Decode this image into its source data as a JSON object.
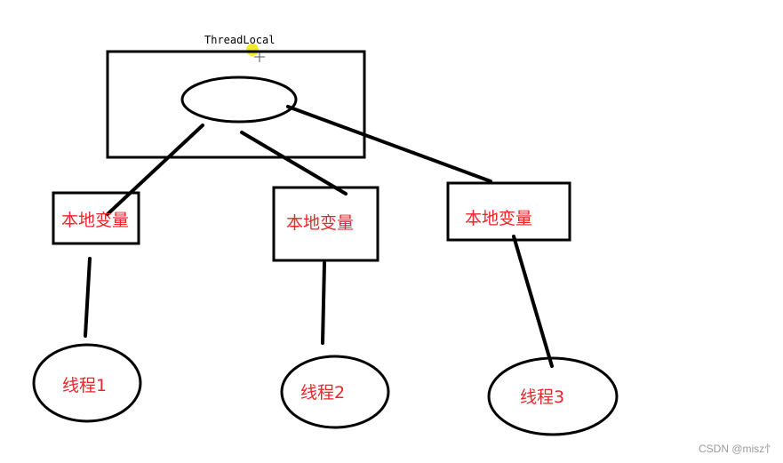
{
  "diagram": {
    "threadlocal_title": "ThreadLocal",
    "local_variable_boxes": [
      {
        "label": "本地变量"
      },
      {
        "label": "本地变量"
      },
      {
        "label": "本地变量"
      }
    ],
    "thread_nodes": [
      {
        "label": "线程1"
      },
      {
        "label": "线程2"
      },
      {
        "label": "线程3"
      }
    ],
    "colors": {
      "stroke": "#000000",
      "label_text": "#e8262b",
      "cursor_highlight": "#f2e600",
      "watermark": "#9a9a9a"
    }
  },
  "watermark": {
    "text": "CSDN @misz忄"
  }
}
